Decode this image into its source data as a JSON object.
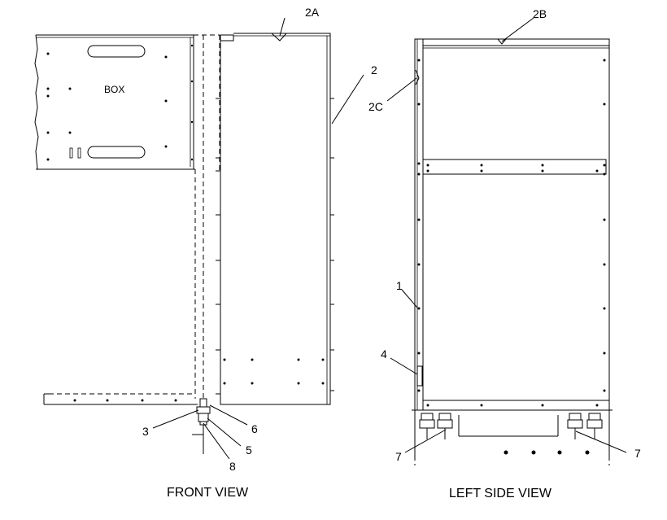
{
  "views": {
    "front": "FRONT VIEW",
    "left_side": "LEFT SIDE VIEW"
  },
  "box_label": "BOX",
  "callouts": {
    "c2A": "2A",
    "c2B": "2B",
    "c2": "2",
    "c2C": "2C",
    "c1": "1",
    "c4": "4",
    "c3": "3",
    "c6": "6",
    "c5": "5",
    "c8": "8",
    "c7a": "7",
    "c7b": "7"
  }
}
